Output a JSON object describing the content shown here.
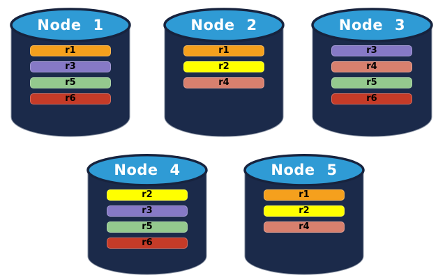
{
  "page": {
    "background": "#FFFFFF"
  },
  "colors": {
    "cylinder_body": "#1B2A4A",
    "cylinder_top": "#2F9BD5",
    "cylinder_outline": "#17233E",
    "cylinder_edge_highlight": "#8A93A3",
    "node_title_text": "#FFFFFF",
    "bar_label_text": "#000000"
  },
  "replica_colors": {
    "r1": "#F5A01D",
    "r2": "#FFFF00",
    "r3": "#8679C6",
    "r4": "#D8806E",
    "r5": "#94C98E",
    "r6": "#C53B28"
  },
  "nodes": [
    {
      "title": "Node 1",
      "bars": [
        {
          "label": "r1"
        },
        {
          "label": "r3"
        },
        {
          "label": "r5"
        },
        {
          "label": "r6"
        }
      ]
    },
    {
      "title": "Node 2",
      "bars": [
        {
          "label": "r1"
        },
        {
          "label": "r2"
        },
        {
          "label": "r4"
        }
      ]
    },
    {
      "title": "Node 3",
      "bars": [
        {
          "label": "r3"
        },
        {
          "label": "r4"
        },
        {
          "label": "r5"
        },
        {
          "label": "r6"
        }
      ]
    },
    {
      "title": "Node 4",
      "bars": [
        {
          "label": "r2"
        },
        {
          "label": "r3"
        },
        {
          "label": "r5"
        },
        {
          "label": "r6"
        }
      ]
    },
    {
      "title": "Node 5",
      "bars": [
        {
          "label": "r1"
        },
        {
          "label": "r2"
        },
        {
          "label": "r4"
        }
      ]
    }
  ]
}
